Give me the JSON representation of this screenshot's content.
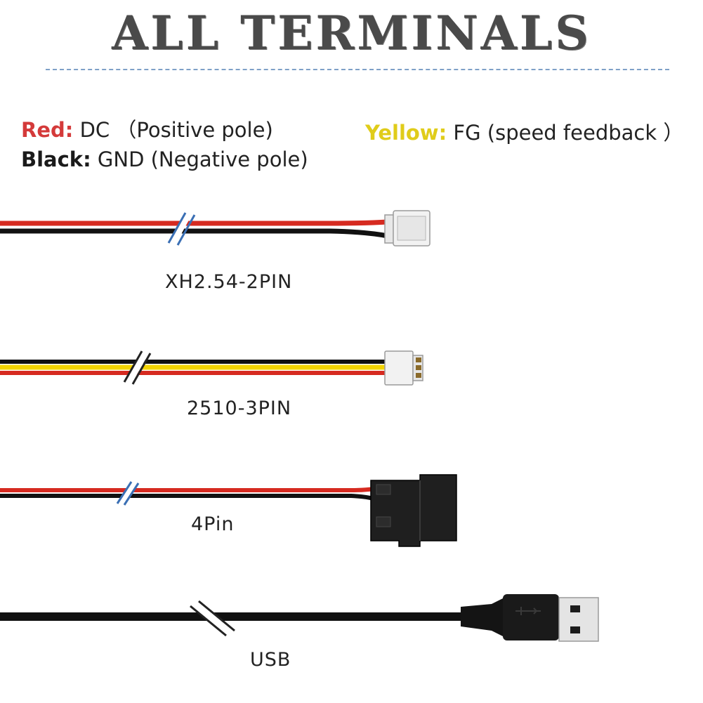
{
  "title": "ALL TERMINALS",
  "legend": {
    "red": {
      "key": "Red:",
      "desc": "DC （Positive pole)",
      "color": "#d43a3a"
    },
    "black": {
      "key": "Black:",
      "desc": "GND (Negative pole)",
      "color": "#1a1a1a"
    },
    "yellow": {
      "key": "Yellow:",
      "desc": "FG (speed feedback ）",
      "color": "#e0cc1a"
    }
  },
  "cables": [
    {
      "label": "XH2.54-2PIN"
    },
    {
      "label": "2510-3PIN"
    },
    {
      "label": "4Pin"
    },
    {
      "label": "USB"
    }
  ]
}
